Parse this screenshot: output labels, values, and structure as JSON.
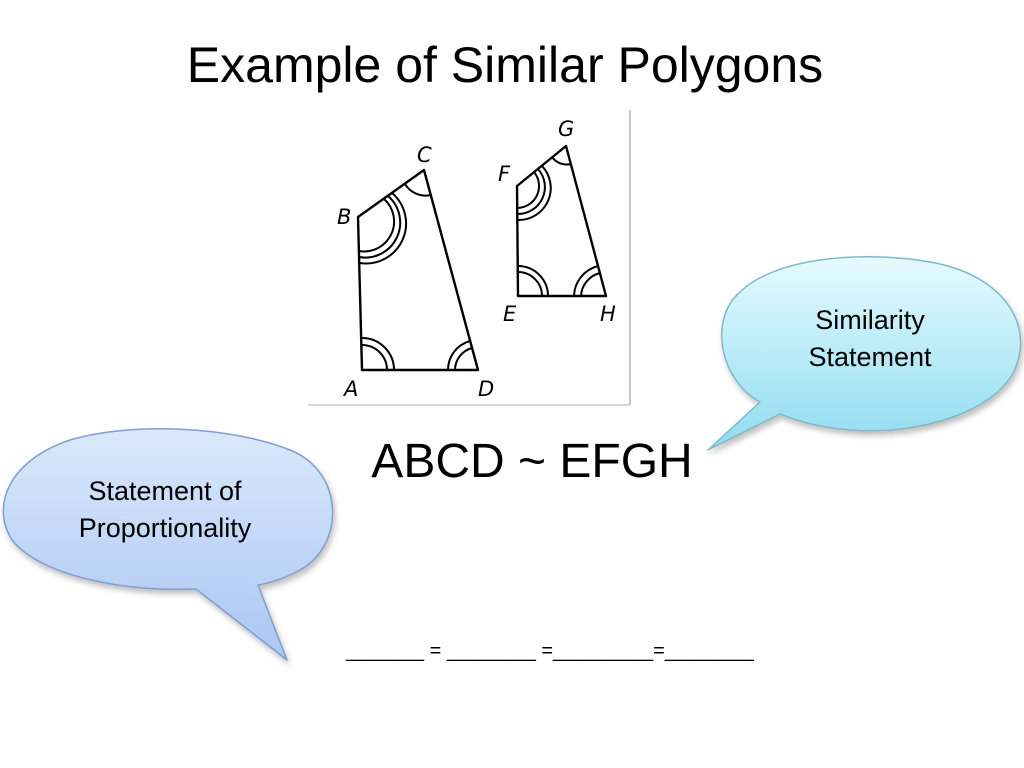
{
  "slide": {
    "title": "Example of Similar Polygons",
    "similarity_statement": "ABCD ~ EFGH",
    "proportion_blanks": "_______ = ________ =_________=________"
  },
  "callouts": {
    "similarity": {
      "line1": "Similarity",
      "line2": "Statement",
      "fill_top": "#e6faff",
      "fill_bottom": "#8fdcf0"
    },
    "proportionality": {
      "line1": "Statement of",
      "line2": "Proportionality",
      "fill_top": "#dbe8fb",
      "fill_bottom": "#a9c6f4"
    }
  },
  "figure": {
    "vertex_labels": {
      "A": "A",
      "B": "B",
      "C": "C",
      "D": "D",
      "E": "E",
      "F": "F",
      "G": "G",
      "H": "H"
    }
  }
}
